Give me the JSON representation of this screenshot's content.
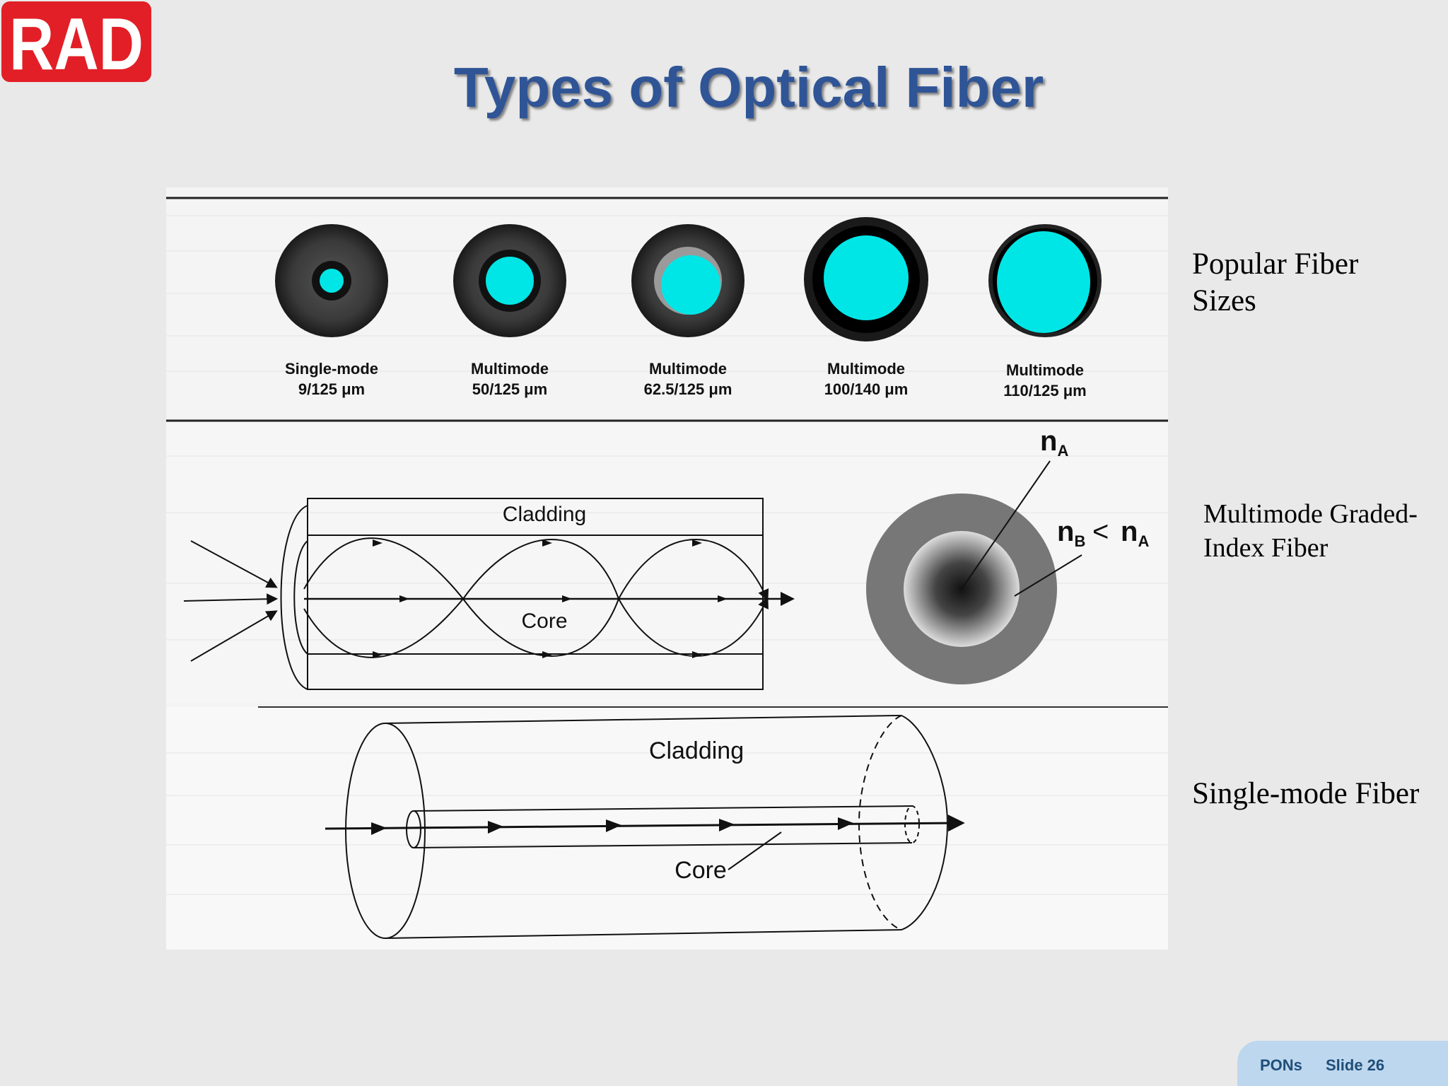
{
  "logo": {
    "text": "RAD",
    "color": "#e21e26"
  },
  "title": "Types of Optical Fiber",
  "fiber_sizes": [
    {
      "name": "Single-mode",
      "size": "9/125 μm"
    },
    {
      "name": "Multimode",
      "size": "50/125 μm"
    },
    {
      "name": "Multimode",
      "size": "62.5/125 μm"
    },
    {
      "name": "Multimode",
      "size": "100/140 μm"
    },
    {
      "name": "Multimode",
      "size": "110/125 μm"
    }
  ],
  "graded": {
    "cladding": "Cladding",
    "core": "Core",
    "n_a": "n",
    "n_a_sub": "A",
    "n_b": "n",
    "n_b_sub": "B",
    "lt": "<"
  },
  "single": {
    "cladding": "Cladding",
    "core": "Core"
  },
  "side_labels": {
    "fibers": "Popular Fiber Sizes",
    "graded": "Multimode Graded-Index Fiber",
    "single": "Single-mode Fiber"
  },
  "colors": {
    "title": "#2f5597",
    "core": "#00e5e5",
    "footer_bg": "#bdd7ee"
  },
  "footer": {
    "deck": "PONs",
    "slide": "Slide 26"
  }
}
